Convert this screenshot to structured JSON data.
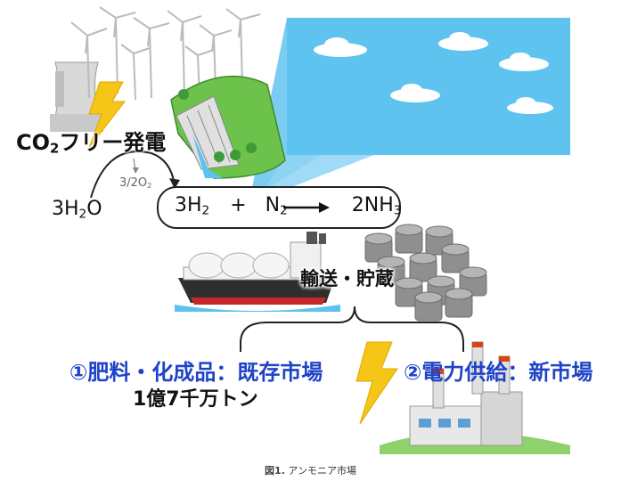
{
  "diagram": {
    "title_co2": {
      "pre": "CO",
      "sub": "2",
      "post": "フリー発電"
    },
    "water": {
      "pre": "3H",
      "sub": "2",
      "post": "O"
    },
    "oxygen": {
      "pre": "3/2O",
      "sub": "2"
    },
    "reaction": {
      "h2": {
        "pre": "3H",
        "sub": "2"
      },
      "plus": "+",
      "n2": {
        "pre": "N",
        "sub": "2"
      },
      "product": {
        "pre": "2NH",
        "sub": "3"
      }
    },
    "transport": "輸送・貯蔵",
    "market1": {
      "label": "①肥料・化成品：既存市場",
      "amount": "1億7千万トン"
    },
    "market2": {
      "label": "②電力供給：新市場"
    }
  },
  "caption": {
    "figure": "図1.",
    "text": "アンモニア市場"
  },
  "colors": {
    "sky": "#5fc3f0",
    "market_text": "#1f43c8",
    "lightning": "#f5c518",
    "grass": "#6cc24a"
  }
}
